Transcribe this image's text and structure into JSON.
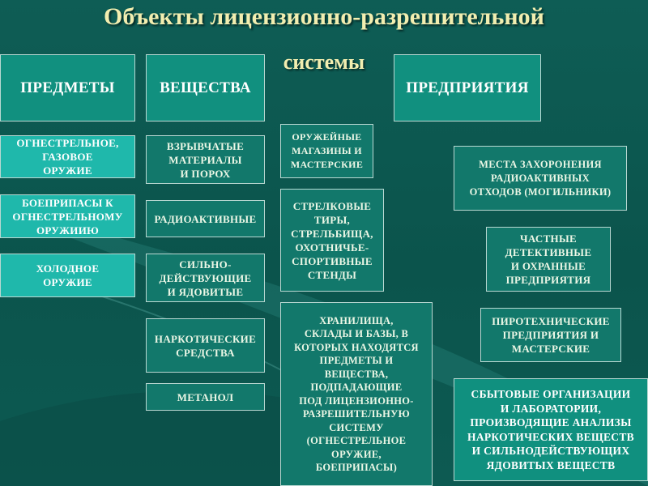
{
  "title": {
    "line1": "Объекты лицензионно-разрешительной",
    "line2": "системы"
  },
  "headers": {
    "objects": "ПРЕДМЕТЫ",
    "substances": "ВЕЩЕСТВА",
    "enterprises": "ПРЕДПРИЯТИЯ"
  },
  "objects": [
    "ОГНЕСТРЕЛЬНОЕ,\nГАЗОВОЕ\nОРУЖИЕ",
    "БОЕПРИПАСЫ К\nОГНЕСТРЕЛЬНОМУ\nОРУЖИИЮ",
    "ХОЛОДНОЕ\nОРУЖИЕ"
  ],
  "substances": [
    "ВЗРЫВЧАТЫЕ\nМАТЕРИАЛЫ\nИ ПОРОХ",
    "РАДИОАКТИВНЫЕ",
    "СИЛЬНО-\nДЕЙСТВУЮЩИЕ\nИ ЯДОВИТЫЕ",
    "НАРКОТИЧЕСКИЕ\nСРЕДСТВА",
    "МЕТАНОЛ"
  ],
  "middle": [
    "ОРУЖЕЙНЫЕ\nМАГАЗИНЫ И\nМАСТЕРСКИЕ",
    "СТРЕЛКОВЫЕ\nТИРЫ,\nСТРЕЛЬБИЩА,\nОХОТНИЧЬЕ-\nСПОРТИВНЫЕ\nСТЕНДЫ",
    "ХРАНИЛИЩА,\nСКЛАДЫ И БАЗЫ, В\nКОТОРЫХ НАХОДЯТСЯ\nПРЕДМЕТЫ И\nВЕЩЕСТВА,\nПОДПАДАЮЩИЕ\nПОД ЛИЦЕНЗИОННО-\nРАЗРЕШИТЕЛЬНУЮ\nСИСТЕМУ\n(ОГНЕСТРЕЛЬНОЕ\nОРУЖИЕ,\nБОЕПРИПАСЫ)"
  ],
  "enterprises": [
    "МЕСТА ЗАХОРОНЕНИЯ\nРАДИОАКТИВНЫХ\nОТХОДОВ (МОГИЛЬНИКИ)",
    "ЧАСТНЫЕ\nДЕТЕКТИВНЫЕ\nИ ОХРАННЫЕ\nПРЕДПРИЯТИЯ",
    "ПИРОТЕХНИЧЕСКИЕ\nПРЕДПРИЯТИЯ И\nМАСТЕРСКИЕ",
    "СБЫТОВЫЕ ОРГАНИЗАЦИИ\nИ ЛАБОРАТОРИИ,\nПРОИЗВОДЯЩИЕ АНАЛИЗЫ\nНАРКОТИЧЕСКИХ ВЕЩЕСТВ\nИ СИЛЬНОДЕЙСТВУЮЩИХ\nЯДОВИТЫХ ВЕЩЕСТВ"
  ],
  "colors": {
    "background": "#0d5a52",
    "header_box": "#11907f",
    "light_box": "#1fb8ab",
    "dark_box": "#12786b",
    "title_text": "#f2eeb0"
  }
}
